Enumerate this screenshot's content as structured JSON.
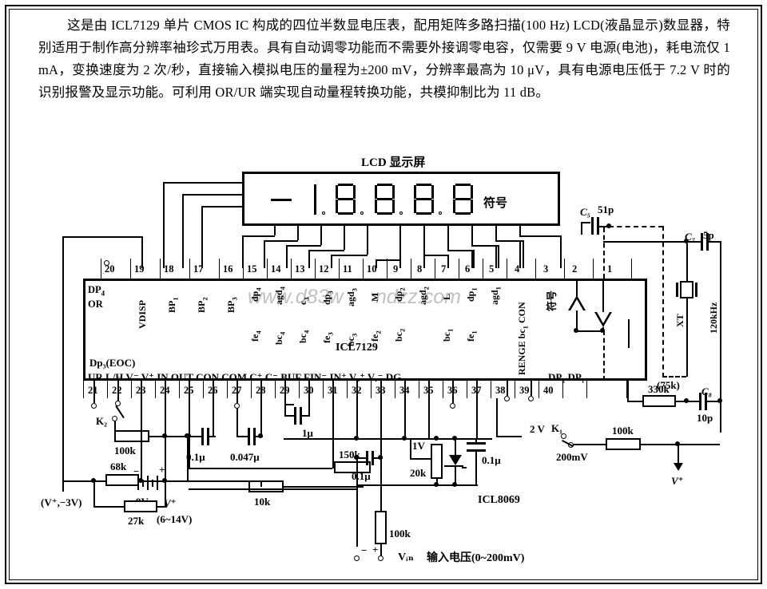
{
  "description": {
    "paragraph": "这是由 ICL7129 单片 CMOS IC 构成的四位半数显电压表，配用矩阵多路扫描(100 Hz) LCD(液晶显示)数显器，特别适用于制作高分辨率袖珍式万用表。具有自动调零功能而不需要外接调零电容，仅需要 9 V 电源(电池)，耗电流仅 1 mA，变换速度为 2 次/秒，直接输入模拟电压的量程为±200 mV，分辨率最高为 10 μV，具有电源电压低于 7.2 V 时的识别报警及显示功能。可利用 OR/UR 端实现自动量程转换功能，共模抑制比为 11 dB。"
  },
  "lcd": {
    "title": "LCD 显示屏",
    "symbol_label": "符号"
  },
  "ic": {
    "name": "ICL7129",
    "top_pins": [
      {
        "num": "20",
        "label": "DP₄\nOR"
      },
      {
        "num": "19",
        "label": "VDISP"
      },
      {
        "num": "18",
        "label": "BP₁"
      },
      {
        "num": "17",
        "label": "BP₂"
      },
      {
        "num": "16",
        "label": "BP₃"
      },
      {
        "num": "15",
        "label": "dp₄ / fe₄"
      },
      {
        "num": "14",
        "label": "agd₄ / bc₄"
      },
      {
        "num": "13",
        "label": "c₃ / bc₄"
      },
      {
        "num": "12",
        "label": "dp₃ / fe₃"
      },
      {
        "num": "11",
        "label": "agd₃ / bc₃"
      },
      {
        "num": "10",
        "label": "M / fe₂"
      },
      {
        "num": "9",
        "label": "dp₂ / bc₂"
      },
      {
        "num": "8",
        "label": "agd₂"
      },
      {
        "num": "7",
        "label": "L / bc₁"
      },
      {
        "num": "6",
        "label": "dp₁ / fe₁"
      },
      {
        "num": "5",
        "label": "agd₁"
      },
      {
        "num": "4",
        "label": "RENGE bc₁ CON"
      },
      {
        "num": "3",
        "label": "符号"
      },
      {
        "num": "2",
        "label": ""
      },
      {
        "num": "1",
        "label": ""
      }
    ],
    "bottom_pins": [
      {
        "num": "21",
        "label": "UR"
      },
      {
        "num": "22",
        "label": "L/H"
      },
      {
        "num": "23",
        "label": "V⁻"
      },
      {
        "num": "24",
        "label": "V⁺"
      },
      {
        "num": "25",
        "label": "IN"
      },
      {
        "num": "26",
        "label": "OUT"
      },
      {
        "num": "27",
        "label": "CON"
      },
      {
        "num": "28",
        "label": "COM"
      },
      {
        "num": "29",
        "label": "C⁺"
      },
      {
        "num": "30",
        "label": "C⁻"
      },
      {
        "num": "31",
        "label": "BUF"
      },
      {
        "num": "32",
        "label": "FIN⁻"
      },
      {
        "num": "33",
        "label": "IN⁺"
      },
      {
        "num": "34",
        "label": "Vₐ⁺"
      },
      {
        "num": "35",
        "label": "Vᵣ⁻"
      },
      {
        "num": "36",
        "label": "DG"
      },
      {
        "num": "37",
        "label": ""
      },
      {
        "num": "38",
        "label": "RENGE"
      },
      {
        "num": "39",
        "label": "DP₂"
      },
      {
        "num": "40",
        "label": "DP₁"
      }
    ],
    "bottom_row1_label": "Dp₃(EOC)",
    "bottom_row2_text": "UR  L/H  V⁻    V⁺     IN  OUT CON COM C⁺  C⁻  BUF FIN⁻ IN⁺  Vₐ⁺ Vᵣ⁻   DG",
    "bottom_right_text": "DP₂  DP₁"
  },
  "components": {
    "c5": {
      "ref": "C₅",
      "value": "51p"
    },
    "c7": {
      "ref": "C₇",
      "value": "5p"
    },
    "c8": {
      "ref": "C₈",
      "value": "10p"
    },
    "crystal": {
      "ref": "XT",
      "value": "120kHz"
    },
    "r75k": "(75k)",
    "r330k": "330k",
    "r100k_right": "100k",
    "r100k_left": "100k",
    "r68k": "68k",
    "r27k": "27k",
    "r10k": "10k",
    "r150k": "150k",
    "r20k": "20k",
    "r100k_bottom": "100k",
    "c_01u_a": "0.1μ",
    "c_0047u": "0.047μ",
    "c_1u": "1μ",
    "c_01u_b": "0.1μ",
    "c_01u_c": "0.1μ",
    "battery": {
      "value": "9V",
      "range": "(6~14V)"
    },
    "vref_ic": "ICL8069",
    "vref_1v": "1V",
    "switch_k1": "K₁",
    "switch_k2": "K₂",
    "range_2v": "2 V",
    "range_200mv": "200mV",
    "vplus_right": "V⁺",
    "vplus_mid": "V⁺",
    "supply_note": "(V⁺,−3V)",
    "vin_label": "Vᵢₙ",
    "vin_desc": "输入电压(0~200mV)",
    "polarity_minus": "−",
    "polarity_plus": "+"
  },
  "watermark": {
    "text1": "www.d83w",
    "text2": "ndzz.com"
  }
}
